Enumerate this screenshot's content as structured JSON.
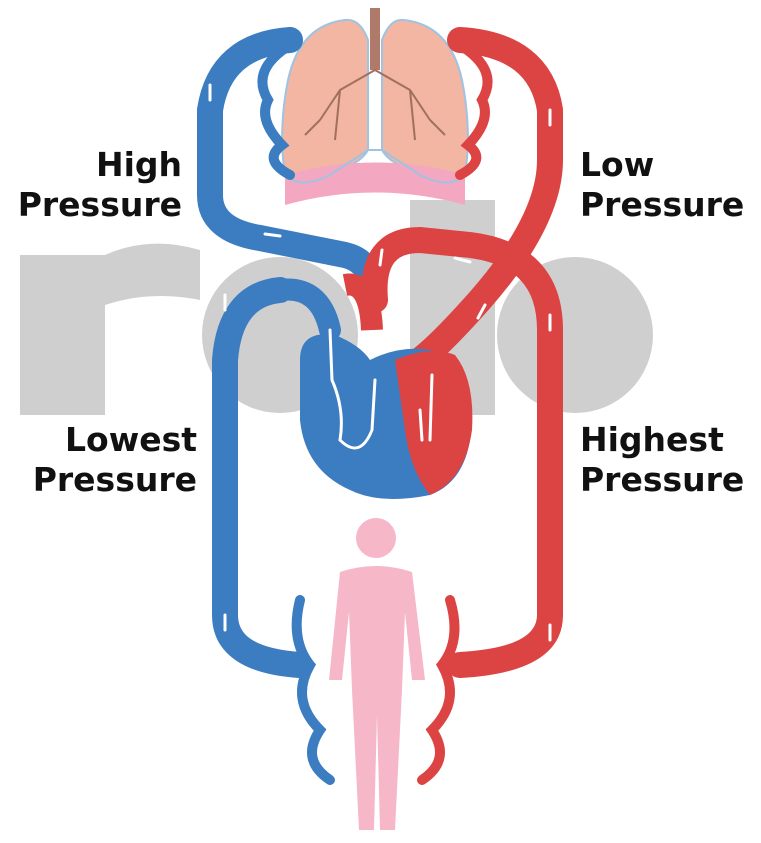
{
  "watermark": "rolo",
  "labels": {
    "top_left": [
      "High",
      "Pressure"
    ],
    "top_right": [
      "Low",
      "Pressure"
    ],
    "bottom_left": [
      "Lowest",
      "Pressure"
    ],
    "bottom_right": [
      "Highest",
      "Pressure"
    ]
  },
  "colors": {
    "deoxygenated": "#3b7dc0",
    "oxygenated": "#dc4443",
    "lungs": "#f2b6a3",
    "body": "#f6b7c9",
    "watermark": "#cfcfcf",
    "arrows": "#ffffff"
  }
}
